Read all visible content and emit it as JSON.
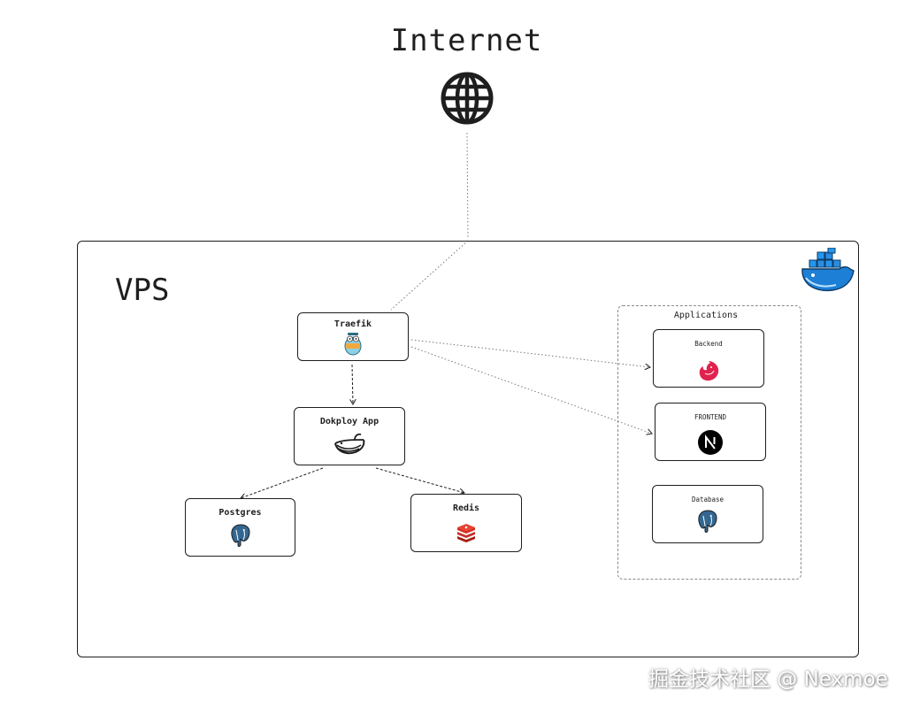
{
  "internet": {
    "title": "Internet",
    "icon": "globe-icon"
  },
  "vps": {
    "label": "VPS",
    "logo": "docker-whale-logo"
  },
  "nodes": {
    "traefik": {
      "label": "Traefik",
      "icon": "traefik-gopher-icon"
    },
    "dokploy": {
      "label": "Dokploy App",
      "icon": "dokploy-whale-icon"
    },
    "postgres": {
      "label": "Postgres",
      "icon": "postgres-elephant-icon"
    },
    "redis": {
      "label": "Redis",
      "icon": "redis-cube-icon"
    }
  },
  "applications": {
    "title": "Applications",
    "items": [
      {
        "label": "Backend",
        "icon": "nestjs-icon"
      },
      {
        "label": "FRONTEND",
        "icon": "nextjs-icon"
      },
      {
        "label": "Database",
        "icon": "postgres-elephant-icon"
      }
    ]
  },
  "watermark": "掘金技术社区 @ Nexmoe",
  "colors": {
    "stroke": "#1e1e1e",
    "nestjs": "#e0234e",
    "redis": "#d82c20",
    "postgres": "#336791",
    "docker": "#2496ed"
  }
}
